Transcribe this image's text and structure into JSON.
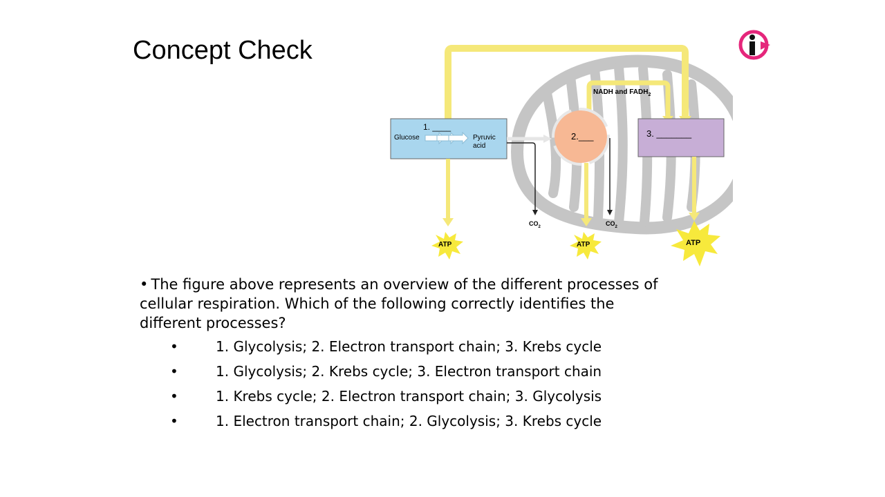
{
  "slide": {
    "title": "Concept Check"
  },
  "figure": {
    "box1_label": "1. ____",
    "glucose": "Glucose",
    "pyruvic_line1": "Pyruvic",
    "pyruvic_line2": "acid",
    "box2_label": "2.___",
    "box3_label": "3. _______",
    "nadh_label": "NADH and FADH",
    "nadh_sub": "2",
    "co2_label": "CO",
    "co2_sub": "2",
    "atp_label": "ATP",
    "colors": {
      "box1": "#a9d6ee",
      "box2": "#f7b894",
      "box3": "#c7aed6",
      "arrow": "#f5e879",
      "mito": "#c5c5c5",
      "atp": "#f7e93c",
      "logo": "#e5267b"
    }
  },
  "question": {
    "text": "The figure above represents an overview of the different processes of cellular respiration.  Which of the following correctly identifies the different processes?"
  },
  "options": [
    {
      "bullet": "•",
      "text": "1. Glycolysis; 2. Electron transport chain; 3. Krebs cycle"
    },
    {
      "bullet": "•",
      "text": "1. Glycolysis; 2. Krebs cycle; 3. Electron transport chain"
    },
    {
      "bullet": "•",
      "text": "1. Krebs cycle; 2. Electron transport chain; 3. Glycolysis"
    },
    {
      "bullet": "•",
      "text": "1. Electron transport chain; 2. Glycolysis; 3. Krebs cycle"
    }
  ]
}
